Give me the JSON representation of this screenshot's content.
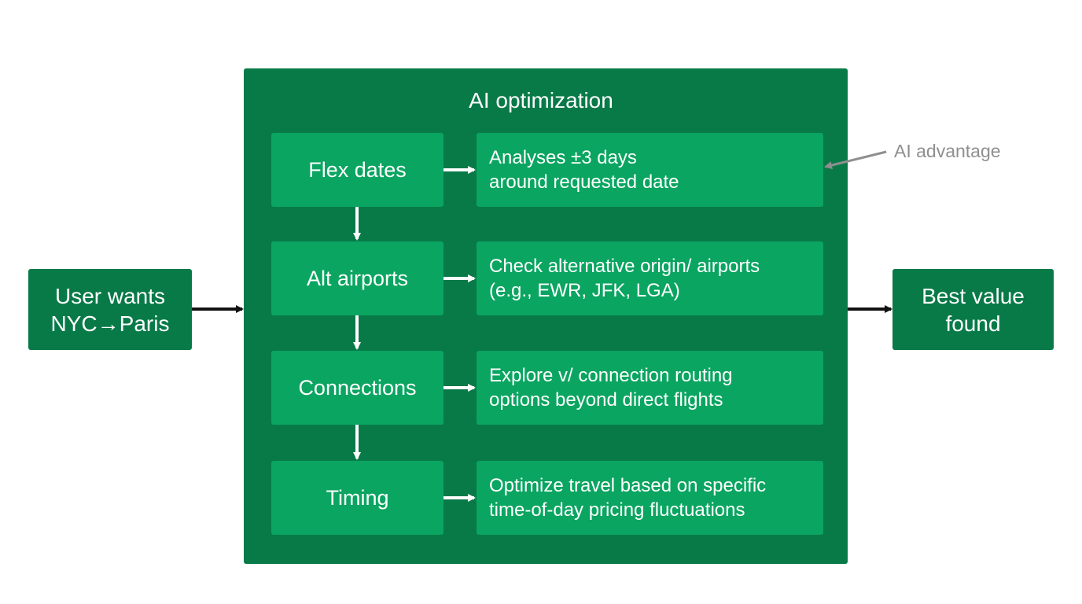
{
  "input": {
    "text": "User wants\nNYC→Paris"
  },
  "output": {
    "text": "Best value\nfound"
  },
  "container": {
    "title": "AI optimization"
  },
  "steps": [
    {
      "label": "Flex dates",
      "description": "Analyses ±3 days\naround requested date"
    },
    {
      "label": "Alt airports",
      "description": "Check alternative origin/ airports\n(e.g., EWR, JFK, LGA)"
    },
    {
      "label": "Connections",
      "description": "Explore v/ connection routing\noptions beyond direct flights"
    },
    {
      "label": "Timing",
      "description": "Optimize travel based on specific\ntime-of-day pricing fluctuations"
    }
  ],
  "annotation": {
    "text": "AI advantage"
  },
  "colors": {
    "container": "#087a48",
    "step_box": "#0aa561",
    "arrow_dark": "#111111",
    "arrow_light": "#ffffff",
    "annotation": "#8f8f8f"
  }
}
